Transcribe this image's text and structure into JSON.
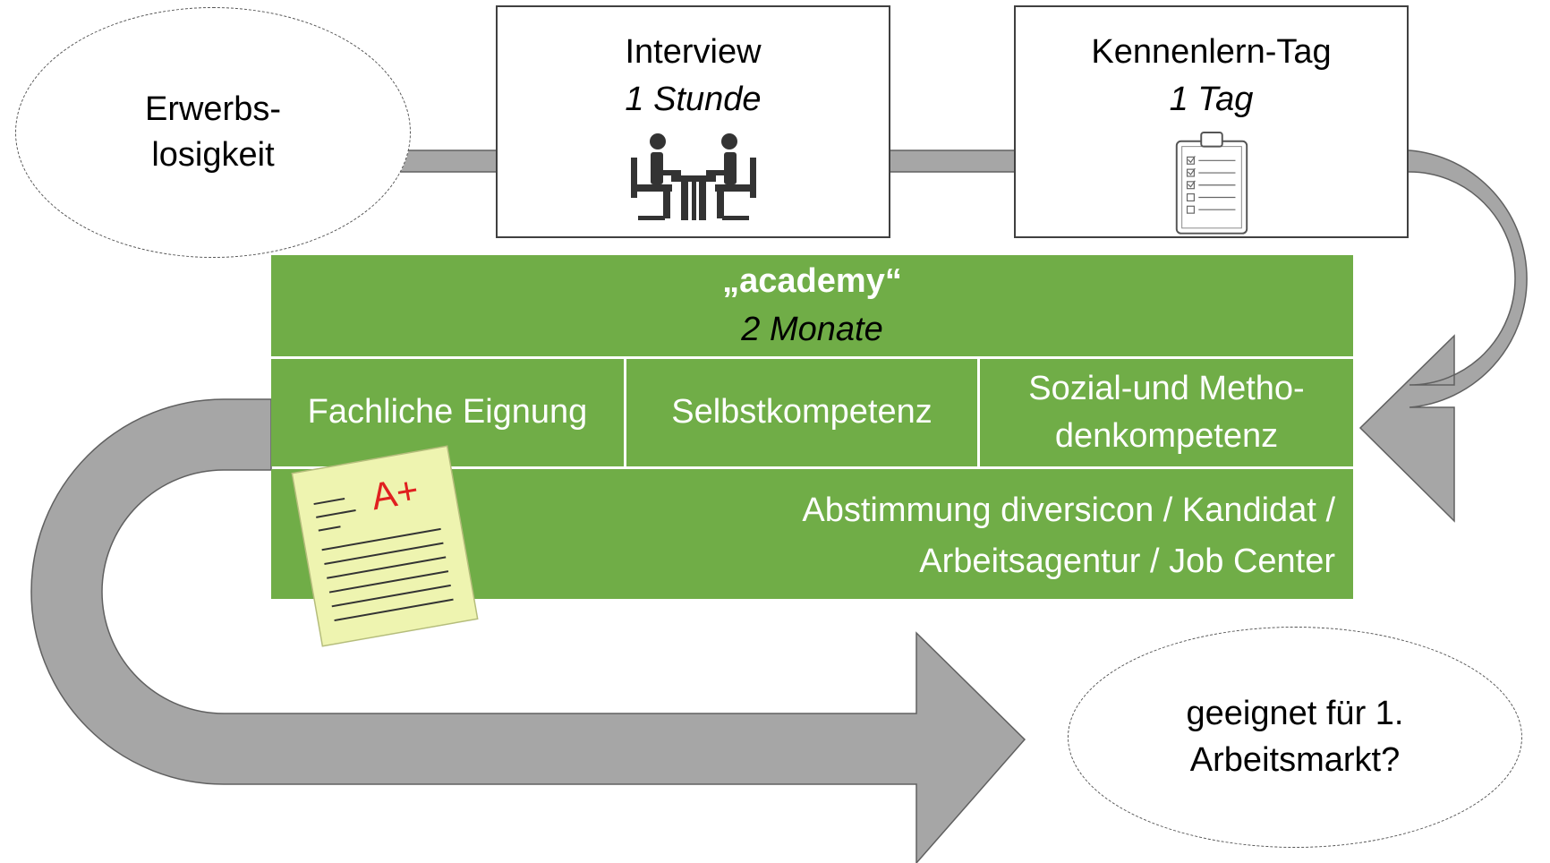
{
  "start_node": {
    "line1": "Erwerbs-",
    "line2": "losigkeit"
  },
  "interview": {
    "title": "Interview",
    "duration": "1 Stunde",
    "icon": "interview-meeting-icon"
  },
  "kennenlern": {
    "title": "Kennenlern-Tag",
    "duration": "1 Tag",
    "icon": "clipboard-checklist-icon"
  },
  "academy": {
    "title": "„academy“",
    "duration": "2 Monate",
    "columns": [
      "Fachliche Eignung",
      "Selbstkompetenz",
      "Sozial-und Metho-\ndenkompetenz"
    ],
    "footer_line1": "Abstimmung diversicon / Kandidat /",
    "footer_line2": "Arbeitsagentur / Job Center",
    "grade_icon": "graded-paper-icon",
    "grade_text": "A+"
  },
  "end_node": {
    "line1": "geeignet für 1.",
    "line2": "Arbeitsmarkt?"
  },
  "colors": {
    "arrow": "#a6a6a6",
    "green": "#70ad47",
    "paper": "#eef4b0",
    "grade": "#e02020"
  }
}
